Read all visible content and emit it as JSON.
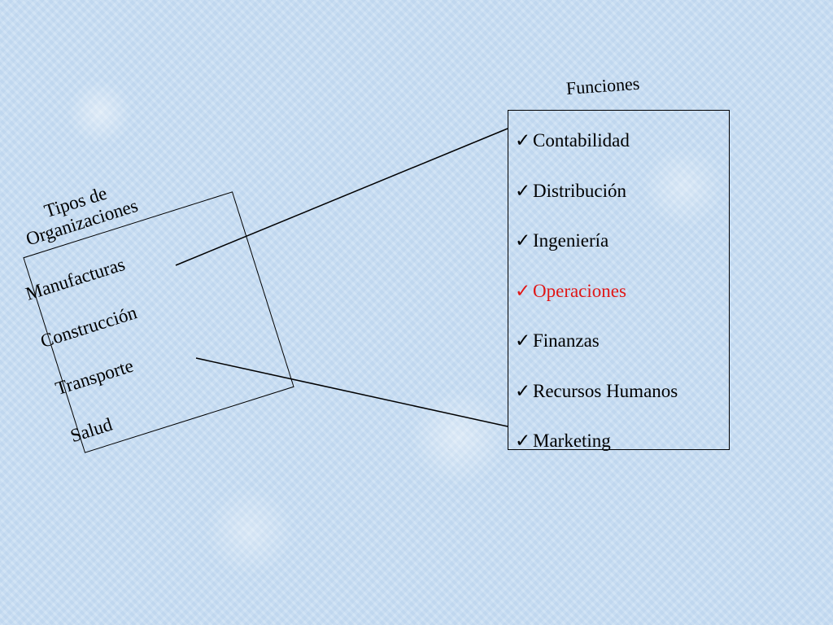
{
  "organizations": {
    "title": "Tipos de Organizaciones",
    "items": [
      "Manufacturas",
      "Construcción",
      "Transporte",
      "Salud"
    ]
  },
  "functions": {
    "title": "Funciones",
    "check_icon": "checkmark-icon",
    "items": [
      {
        "label": "Contabilidad",
        "highlight": false
      },
      {
        "label": "Distribución",
        "highlight": false
      },
      {
        "label": "Ingeniería",
        "highlight": false
      },
      {
        "label": "Operaciones",
        "highlight": true
      },
      {
        "label": "Finanzas",
        "highlight": false
      },
      {
        "label": "Recursos Humanos",
        "highlight": false
      },
      {
        "label": "Marketing",
        "highlight": false
      }
    ],
    "highlight_color": "#e01818"
  }
}
